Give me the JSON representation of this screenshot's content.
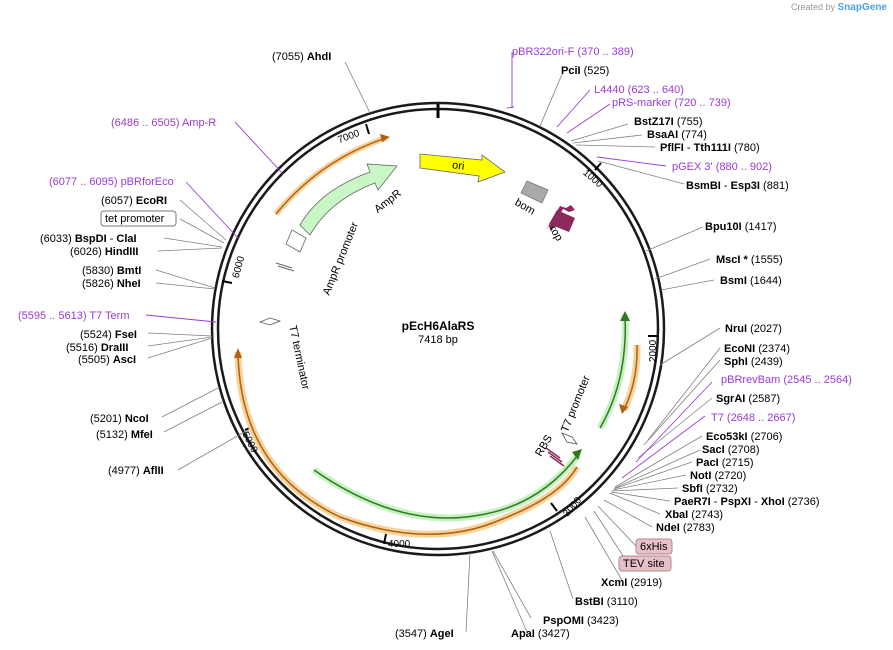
{
  "brand": {
    "created_by": "Created by",
    "name": "SnapGene"
  },
  "plasmid": {
    "name": "pEcH6AlaRS",
    "size": "7418 bp"
  },
  "ticks": [
    "1000",
    "2000",
    "3000",
    "4000",
    "5000",
    "6000",
    "7000"
  ],
  "features": {
    "ori": "ori",
    "bom": "bom",
    "rop": "rop",
    "ampr": "AmpR",
    "ampr_promoter": "AmpR promoter",
    "t7_terminator": "T7 terminator",
    "t7_promoter": "T7 promoter",
    "rbs": "RBS",
    "his": "6xHis",
    "tev": "TEV site",
    "tet": "tet promoter"
  },
  "sites": {
    "ahdi": {
      "name": "AhdI",
      "pos": "(7055)"
    },
    "pcii": {
      "name": "PciI",
      "pos": "(525)"
    },
    "bstz17i": {
      "name": "BstZ17I",
      "pos": "(755)"
    },
    "bsaai": {
      "name": "BsaAI",
      "pos": "(774)"
    },
    "pflfi": {
      "name": "PflFI",
      "name2": "Tth111I",
      "pos": "(780)"
    },
    "bsmbi": {
      "name": "BsmBI",
      "name2": "Esp3I",
      "pos": "(881)"
    },
    "bpu10i": {
      "name": "Bpu10I",
      "pos": "(1417)"
    },
    "msci": {
      "name": "MscI *",
      "pos": "(1555)"
    },
    "bsmi": {
      "name": "BsmI",
      "pos": "(1644)"
    },
    "drui": {
      "name": "NruI",
      "pos": "(2027)"
    },
    "econi": {
      "name": "EcoNI",
      "pos": "(2374)"
    },
    "sphi": {
      "name": "SphI",
      "pos": "(2439)"
    },
    "sgrai": {
      "name": "SgrAI",
      "pos": "(2587)"
    },
    "eco53ki": {
      "name": "Eco53kI",
      "pos": "(2706)"
    },
    "saci": {
      "name": "SacI",
      "pos": "(2708)"
    },
    "paci": {
      "name": "PacI",
      "pos": "(2715)"
    },
    "noti": {
      "name": "NotI",
      "pos": "(2720)"
    },
    "sbfi": {
      "name": "SbfI",
      "pos": "(2732)"
    },
    "paer7i": {
      "name": "PaeR7I",
      "name2": "PspXI",
      "name3": "XhoI",
      "pos": "(2736)"
    },
    "xbai": {
      "name": "XbaI",
      "pos": "(2743)"
    },
    "ndei": {
      "name": "NdeI",
      "pos": "(2783)"
    },
    "xcmi": {
      "name": "XcmI",
      "pos": "(2919)"
    },
    "bstbi": {
      "name": "BstBI",
      "pos": "(3110)"
    },
    "pspomi": {
      "name": "PspOMI",
      "pos": "(3423)"
    },
    "apai": {
      "name": "ApaI",
      "pos": "(3427)"
    },
    "agei": {
      "name": "AgeI",
      "pos": "(3547)"
    },
    "aflii": {
      "name": "AflII",
      "pos": "(4977)"
    },
    "mfei": {
      "name": "MfeI",
      "pos": "(5132)"
    },
    "ncoi": {
      "name": "NcoI",
      "pos": "(5201)"
    },
    "asci": {
      "name": "AscI",
      "pos": "(5505)"
    },
    "draiii": {
      "name": "DraIII",
      "pos": "(5516)"
    },
    "fsei": {
      "name": "FseI",
      "pos": "(5524)"
    },
    "nhei": {
      "name": "NheI",
      "pos": "(5826)"
    },
    "bmti": {
      "name": "BmtI",
      "pos": "(5830)"
    },
    "hindiii": {
      "name": "HindIII",
      "pos": "(6026)"
    },
    "bspdi": {
      "name": "BspDI",
      "name2": "ClaI",
      "pos": "(6033)"
    },
    "ecori": {
      "name": "EcoRI",
      "pos": "(6057)"
    }
  },
  "primers": {
    "pbr322ori": {
      "name": "pBR322ori-F",
      "range": "(370 .. 389)"
    },
    "l4440": {
      "name": "L4440",
      "range": "(623 .. 640)"
    },
    "prs": {
      "name": "pRS-marker",
      "range": "(720 .. 739)"
    },
    "pgex": {
      "name": "pGEX 3'",
      "range": "(880 .. 902)"
    },
    "pbrrevbam": {
      "name": "pBRrevBam",
      "range": "(2545 .. 2564)"
    },
    "t7": {
      "name": "T7",
      "range": "(2648 .. 2667)"
    },
    "t7term": {
      "name": "T7 Term",
      "range": "(5595 .. 5613)"
    },
    "pbrforeco": {
      "name": "pBRforEco",
      "range": "(6077 .. 6095)"
    },
    "ampr": {
      "name": "Amp-R",
      "range": "(6486 .. 6505)"
    }
  }
}
